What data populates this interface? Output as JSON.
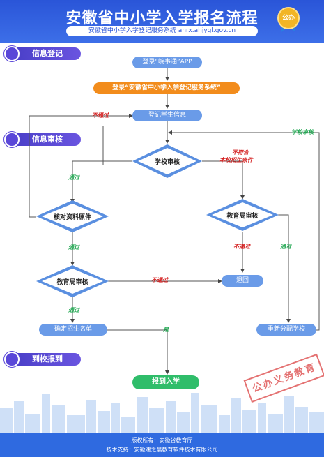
{
  "header": {
    "title": "安徽省中小学入学报名流程",
    "subtitle": "安徽省中小学入学登记服务系统  ahrx.ahjygl.gov.cn",
    "badge": "公办"
  },
  "sections": {
    "info_register": "信息登记",
    "info_review": "信息审核",
    "report": "到校报到"
  },
  "nodes": {
    "login_app": "登录“皖事通”APP",
    "login_system": "登录“安徽省中小学入学登记服务系统”",
    "register_student": "登记学生信息",
    "school_review": "学校审核",
    "verify_docs": "核对资料原件",
    "edu_review_right": "教育局审核",
    "edu_review_left": "教育局审核",
    "return": "退回",
    "confirm_list": "确定招生名单",
    "reassign": "重新分配学校",
    "enroll": "报到入学"
  },
  "edge_labels": {
    "fail_top": "不通过",
    "fail_school_1": "不符合",
    "fail_school_2": "本校招生条件",
    "pass_school": "通过",
    "fail_right": "不通过",
    "pass_right": "通过",
    "pass_verify": "通过",
    "fail_edu": "不通过",
    "pass_edu": "通过",
    "yes": "是",
    "school_review_loop": "学校审核"
  },
  "stamp": "公办义务教育",
  "footer": {
    "line1": "版权所有：安徽省教育厅",
    "line2": "技术支持：安徽速之晨教育软件技术有限公司"
  },
  "colors": {
    "header_blue": "#2a55d8",
    "node_blue": "#6a9be8",
    "diamond_blue": "#5a8fe0",
    "orange": "#f28c1c",
    "green": "#2fbd6a",
    "section_purple": "#5a47d8",
    "fail_red": "#d41f1f",
    "pass_green": "#23a853"
  }
}
